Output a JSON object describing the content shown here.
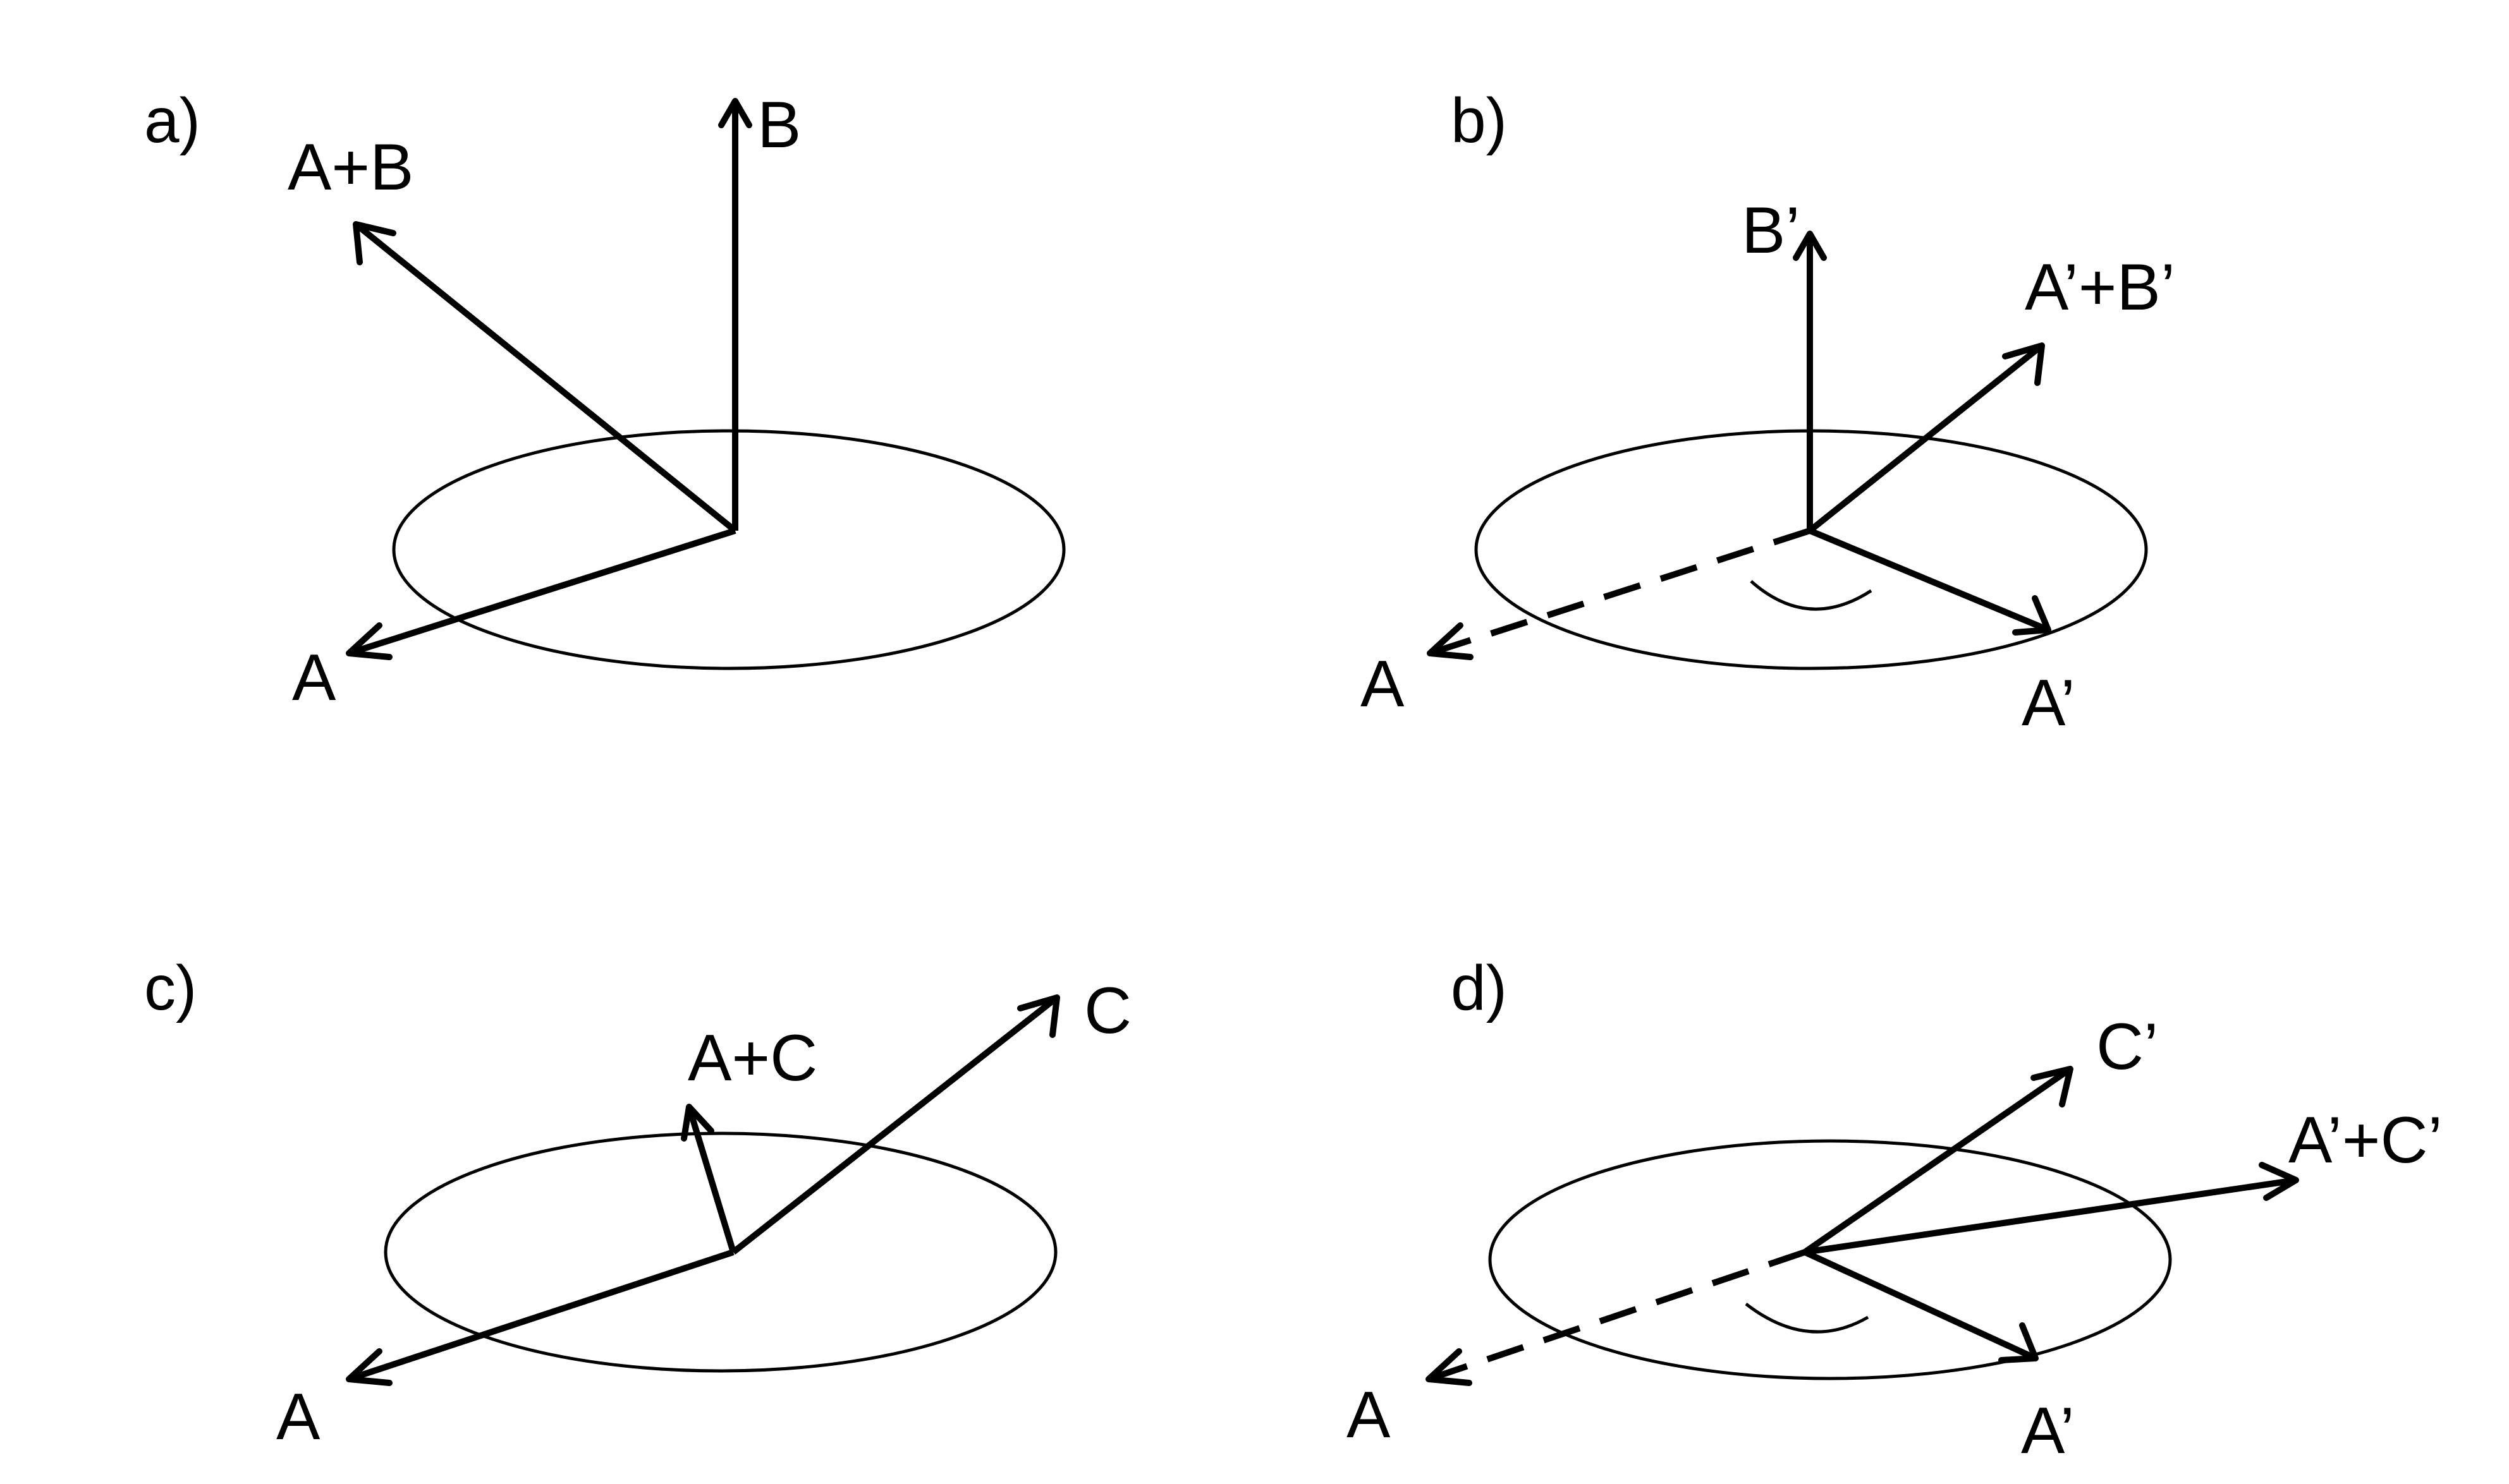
{
  "panels": [
    {
      "id": "a",
      "label": "a)",
      "vectors": [
        {
          "id": "A",
          "label": "A",
          "style": "solid"
        },
        {
          "id": "B",
          "label": "B",
          "style": "solid"
        },
        {
          "id": "AplusB",
          "label": "A+B",
          "style": "solid"
        }
      ]
    },
    {
      "id": "b",
      "label": "b)",
      "vectors": [
        {
          "id": "A",
          "label": "A",
          "style": "dashed"
        },
        {
          "id": "Aprime",
          "label": "A’",
          "style": "solid"
        },
        {
          "id": "Bprime",
          "label": "B’",
          "style": "solid"
        },
        {
          "id": "AprimePlusBprime",
          "label": "A’+B’",
          "style": "solid"
        }
      ]
    },
    {
      "id": "c",
      "label": "c)",
      "vectors": [
        {
          "id": "A",
          "label": "A",
          "style": "solid"
        },
        {
          "id": "C",
          "label": "C",
          "style": "solid"
        },
        {
          "id": "AplusC",
          "label": "A+C",
          "style": "solid"
        }
      ]
    },
    {
      "id": "d",
      "label": "d)",
      "vectors": [
        {
          "id": "A",
          "label": "A",
          "style": "dashed"
        },
        {
          "id": "Aprime",
          "label": "A’",
          "style": "solid"
        },
        {
          "id": "Cprime",
          "label": "C’",
          "style": "solid"
        },
        {
          "id": "AprimePlusCprime",
          "label": "A’+C’",
          "style": "solid"
        }
      ]
    }
  ],
  "colors": {
    "stroke": "#000000",
    "background": "#ffffff"
  }
}
